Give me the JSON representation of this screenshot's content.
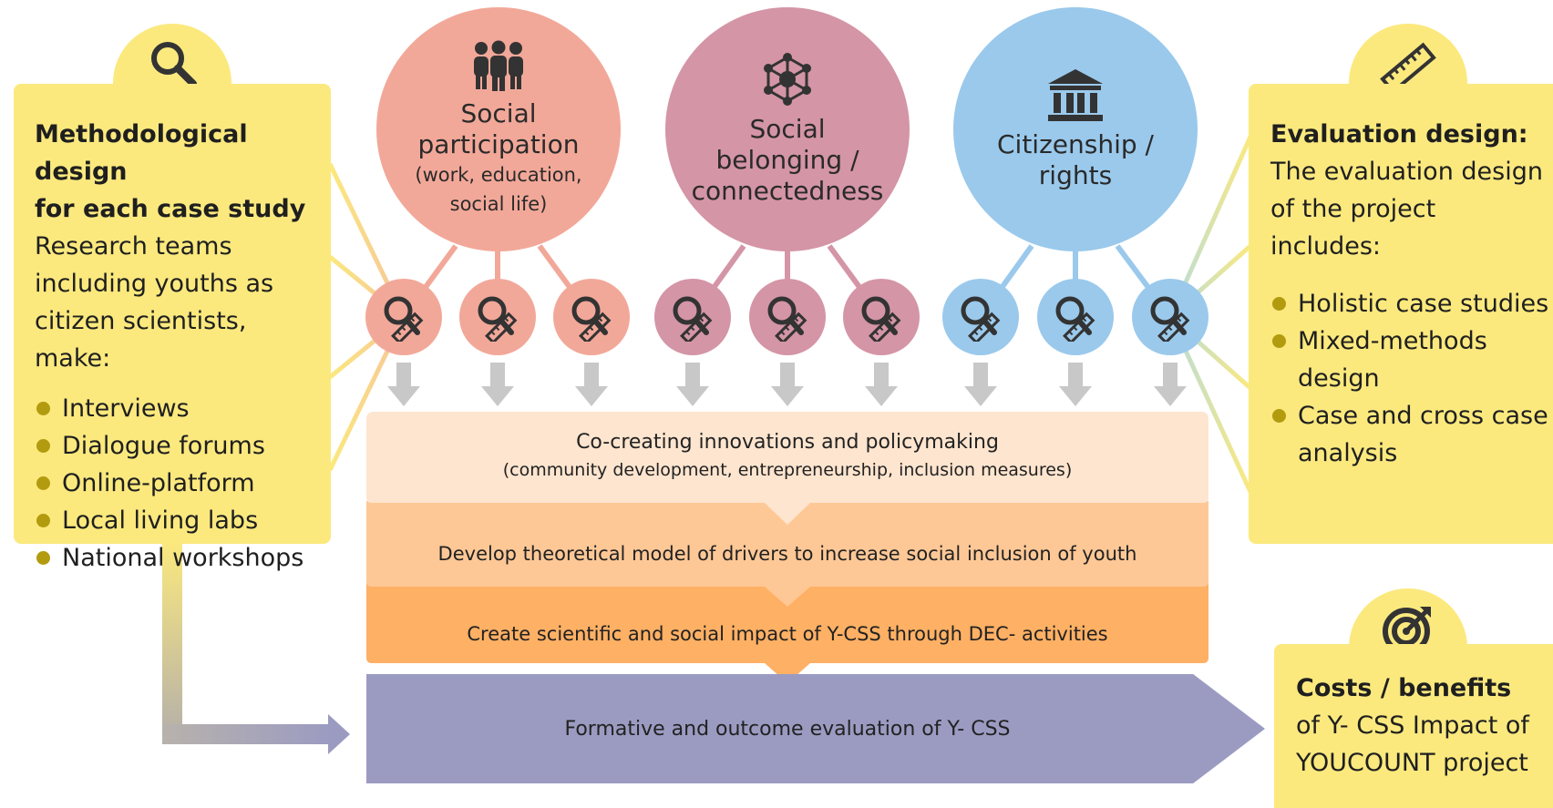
{
  "left_panel": {
    "title_line1": "Methodological design",
    "title_line2": "for each case study",
    "body_line1": "Research teams",
    "body_line2": "including youths as",
    "body_line3": "citizen scientists, make:",
    "bullets": [
      "Interviews",
      "Dialogue forums",
      "Online-platform",
      "Local living labs",
      "National workshops"
    ],
    "icon": "magnifier-icon"
  },
  "circles": [
    {
      "line1": "Social",
      "line2": "participation",
      "sub1": "(work, education,",
      "sub2": "social life)",
      "icon": "people-icon",
      "color": "#f2a899"
    },
    {
      "line1": "Social",
      "line2": "belonging /",
      "line3": "connectedness",
      "icon": "network-icon",
      "color": "#d495a6"
    },
    {
      "line1": "Citizenship /",
      "line2": "rights",
      "icon": "institution-icon",
      "color": "#9ac9ec"
    }
  ],
  "node_icon": "magnifier-ruler-icon",
  "bands": {
    "cocreate_line1": "Co-creating innovations and policymaking",
    "cocreate_line2": "(community development, entrepreneurship, inclusion measures)",
    "develop": "Develop theoretical model of drivers to increase social inclusion of youth",
    "impact": "Create scientific and social impact of Y-CSS through DEC- activities",
    "evaluation": "Formative and outcome evaluation of Y- CSS"
  },
  "right_panel": {
    "title": "Evaluation design:",
    "body_line1": "The evaluation design",
    "body_line2": "of the project includes:",
    "bullets": [
      {
        "line1": "Holistic case studies"
      },
      {
        "line1": "Mixed-methods",
        "line2": "design"
      },
      {
        "line1": "Case and cross case",
        "line2": "analysis"
      }
    ],
    "icon": "ruler-icon"
  },
  "costs_panel": {
    "title": "Costs / benefits",
    "body_line1": "of Y- CSS Impact of",
    "body_line2": "YOUCOUNT project",
    "icon": "target-icon"
  },
  "colors": {
    "panel": "#fbe97e",
    "bullet": "#b39b0f",
    "band_cocreate": "#fee5cf",
    "band_develop": "#fec896",
    "band_impact": "#feb064",
    "band_evaluation": "#9b9bc2",
    "arrow": "#c8c8c8",
    "icon": "#333333"
  }
}
